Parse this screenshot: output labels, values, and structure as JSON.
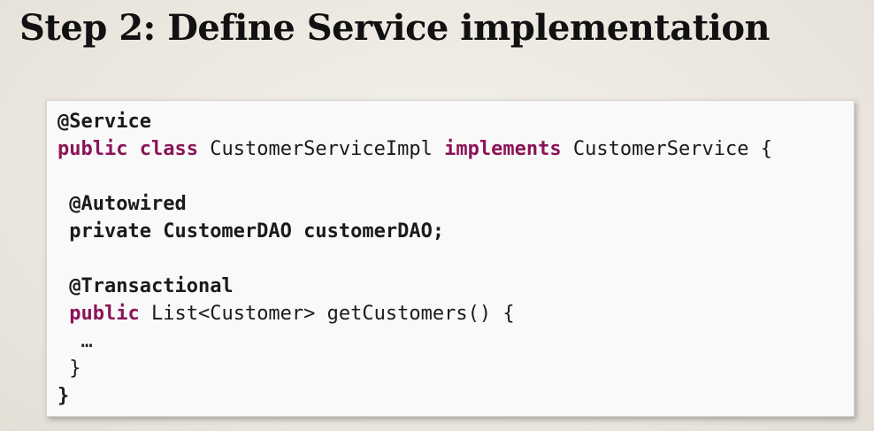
{
  "title": "Step 2: Define Service implementation",
  "code": {
    "line1": {
      "annotation": "@Service"
    },
    "line2": {
      "kw1": "public",
      "kw2": "class",
      "class_name": "CustomerServiceImpl",
      "kw3": "implements",
      "interface_name": "CustomerService",
      "brace": "{"
    },
    "line4": {
      "annotation": "@Autowired"
    },
    "line5": {
      "text": "private CustomerDAO customerDAO;"
    },
    "line7": {
      "annotation": "@Transactional"
    },
    "line8": {
      "kw": "public",
      "signature": "List<Customer> getCustomers()",
      "brace": "{"
    },
    "line9": {
      "text": "…"
    },
    "line10": {
      "text": "}"
    },
    "line11": {
      "text": "}"
    }
  },
  "colors": {
    "keyword": "#8b1458",
    "text": "#1a1a1a",
    "background": "#ece8e1",
    "code_background": "#f9f9f9"
  }
}
